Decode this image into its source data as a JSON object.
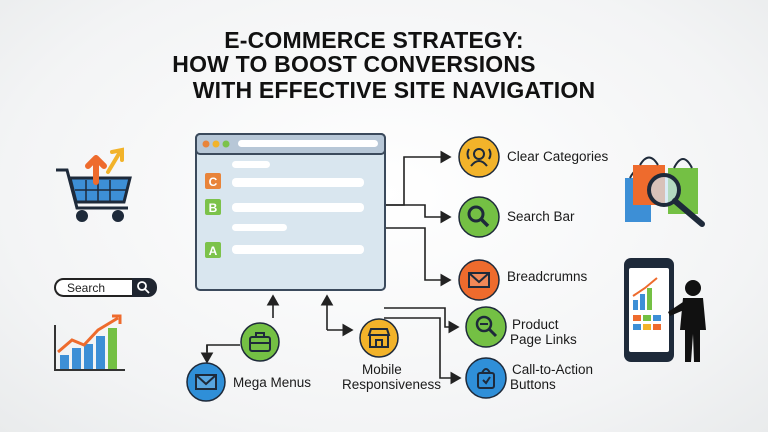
{
  "title": {
    "line1": "E-COMMERCE STRATEGY:",
    "line2": "HOW TO BOOST CONVERSIONS",
    "line3": "WITH EFFECTIVE SITE NAVIGATION"
  },
  "window": {
    "rows": [
      {
        "letter": "C",
        "color": "#e8843a"
      },
      {
        "letter": "B",
        "color": "#7cc24a"
      },
      {
        "letter": "A",
        "color": "#7cc24a"
      }
    ]
  },
  "features": [
    {
      "label": "Clear Categories",
      "icon": "user-icon",
      "color": "#f2b32a"
    },
    {
      "label": "Search Bar",
      "icon": "magnifier-icon",
      "color": "#74c044"
    },
    {
      "label": "Breadcrumns",
      "icon": "envelope-icon",
      "color": "#ee6b2d"
    },
    {
      "label": "Product Page Links",
      "line1": "Product",
      "line2": "Page Links",
      "icon": "link-magnifier-icon",
      "color": "#74c044"
    },
    {
      "label": "Call-to-Action Buttons",
      "line1": "Call-to-Action",
      "line2": "Buttons",
      "icon": "bag-icon",
      "color": "#2f8fd8"
    }
  ],
  "bottom_features": [
    {
      "label": "Mega Menus",
      "icon": "envelope-icon",
      "color": "#2f8fd8"
    },
    {
      "label": "",
      "icon": "briefcase-icon",
      "color": "#74c044"
    },
    {
      "label": "Mobile Responsiveness",
      "line1": "Mobile",
      "line2": "Responsiveness",
      "icon": "store-icon",
      "color": "#f2b32a"
    }
  ],
  "search_widget": {
    "placeholder": "Search"
  },
  "colors": {
    "accent_blue": "#2f8fd8",
    "accent_green": "#74c044",
    "accent_orange": "#ee6b2d",
    "accent_yellow": "#f2b32a",
    "window_bg": "#d9e6ef",
    "window_bar": "#8fa6bf"
  }
}
